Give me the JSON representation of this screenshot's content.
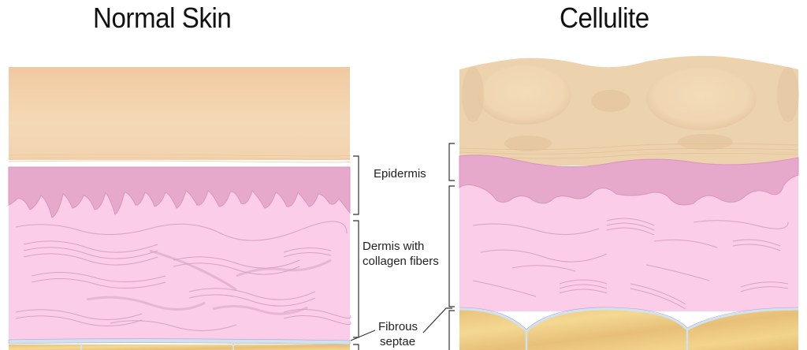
{
  "titles": {
    "left": "Normal Skin",
    "right": "Cellulite"
  },
  "labels": {
    "epidermis": "Epidermis",
    "dermis_line1": "Dermis with",
    "dermis_line2": "collagen fibers",
    "septae_line1": "Fibrous",
    "septae_line2": "septae"
  },
  "colors": {
    "outer_skin": "#F3D3AE",
    "outer_skin_dark": "#E3C09B",
    "epidermis_pink": "#E6A9CB",
    "dermis_pink": "#FBCDE8",
    "collagen": "#D9A2C4",
    "septae_blue": "#CFE3EE",
    "fat_yellow": "#EFCB82",
    "bracket": "#333333"
  },
  "panels": [
    {
      "name": "normal-skin",
      "layers": [
        "Outer skin surface",
        "Epidermis",
        "Dermis with collagen fibers",
        "Fibrous septae",
        "Fat cells"
      ]
    },
    {
      "name": "cellulite",
      "layers": [
        "Outer skin surface (dimpled)",
        "Epidermis",
        "Dermis with collagen fibers",
        "Fibrous septae",
        "Fat cells (protruding)"
      ]
    }
  ]
}
